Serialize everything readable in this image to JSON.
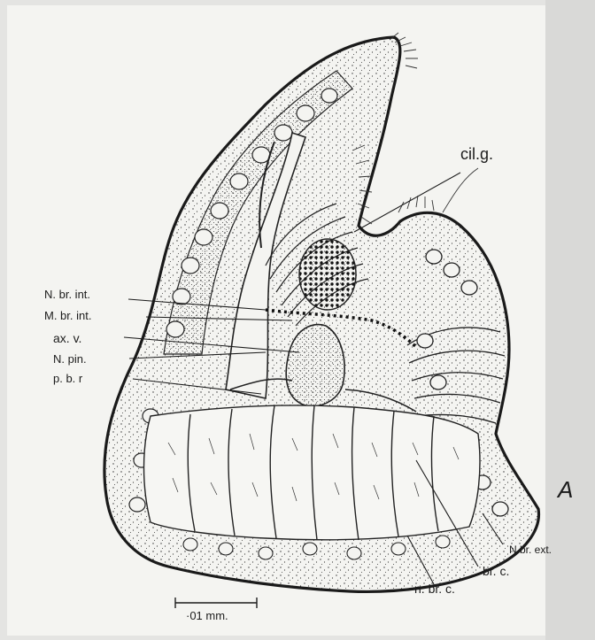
{
  "figure": {
    "panel_letter": "A",
    "scale_bar_label": "·01 mm.",
    "labels": {
      "cil_g": "cil.g.",
      "n_br_int": "N. br. int.",
      "m_br_int": "M. br. int.",
      "ax_v": "ax. v.",
      "n_pin": "N. pin.",
      "p_b_r": "p. b. r",
      "n_br_ext": "N br. ext.",
      "br_c": "br. c.",
      "n_br_c": "n. br. c."
    }
  },
  "colors": {
    "paper": "#f4f4f1",
    "background": "#e4e4e2",
    "ink": "#1c1c1c"
  }
}
